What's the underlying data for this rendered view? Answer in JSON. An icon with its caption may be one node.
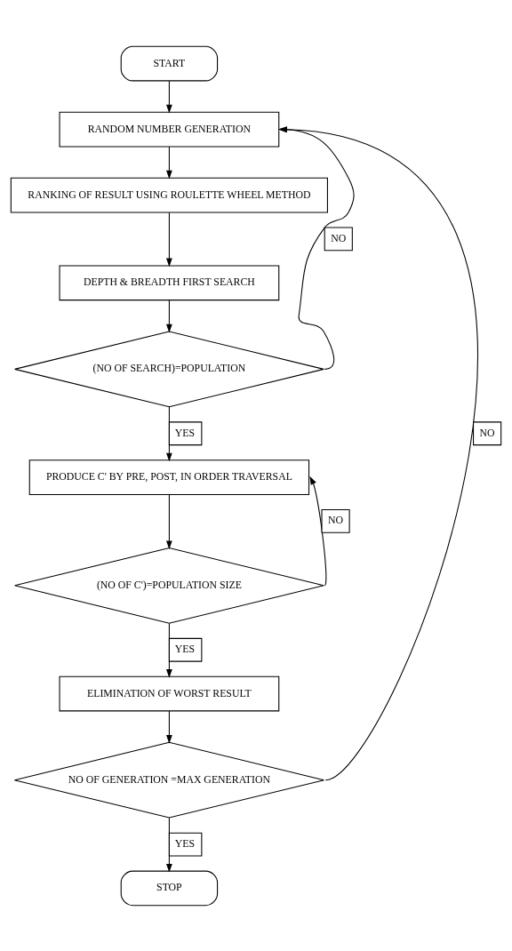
{
  "diagram": {
    "nodes": [
      {
        "text": [
          "START"
        ]
      },
      {
        "text": [
          "RANDOM NUMBER GENERATION"
        ]
      },
      {
        "text": [
          "RANKING OF RESULT USING ROULETTE WHEEL METHOD"
        ]
      },
      {
        "text": [
          "DEPTH & BREADTH FIRST SEARCH"
        ]
      },
      {
        "text": [
          "(NO OF SEARCH)=POPULATION"
        ]
      },
      {
        "text": [
          "PRODUCE C' BY PRE, POST, IN ORDER TRAVERSAL"
        ]
      },
      {
        "text": [
          "(NO OF C')=POPULATION SIZE"
        ]
      },
      {
        "text": [
          "ELIMINATION OF WORST RESULT"
        ]
      },
      {
        "text": [
          "NO OF GENERATION =MAX GENERATION"
        ]
      },
      {
        "text": [
          "STOP"
        ]
      }
    ],
    "edges": [
      {
        "from": 0,
        "to": 1,
        "arrow": "to"
      },
      {
        "from": 1,
        "to": 2,
        "arrow": "to"
      },
      {
        "from": 2,
        "to": 3,
        "arrow": "to"
      },
      {
        "from": 3,
        "to": 4,
        "arrow": "to"
      },
      {
        "from": 4,
        "to": 5,
        "arrow": "to",
        "label": "YES"
      },
      {
        "from": 4,
        "to": 1,
        "arrow": "to",
        "label": "NO"
      },
      {
        "from": 5,
        "to": 6,
        "arrow": "to"
      },
      {
        "from": 6,
        "to": 7,
        "arrow": "to",
        "label": "YES"
      },
      {
        "from": 6,
        "to": 5,
        "arrow": "to",
        "label": "NO"
      },
      {
        "from": 7,
        "to": 8,
        "arrow": "to"
      },
      {
        "from": 8,
        "to": 9,
        "arrow": "to",
        "label": "YES"
      },
      {
        "from": 8,
        "to": 1,
        "arrow": "to",
        "label": "NO"
      }
    ]
  }
}
